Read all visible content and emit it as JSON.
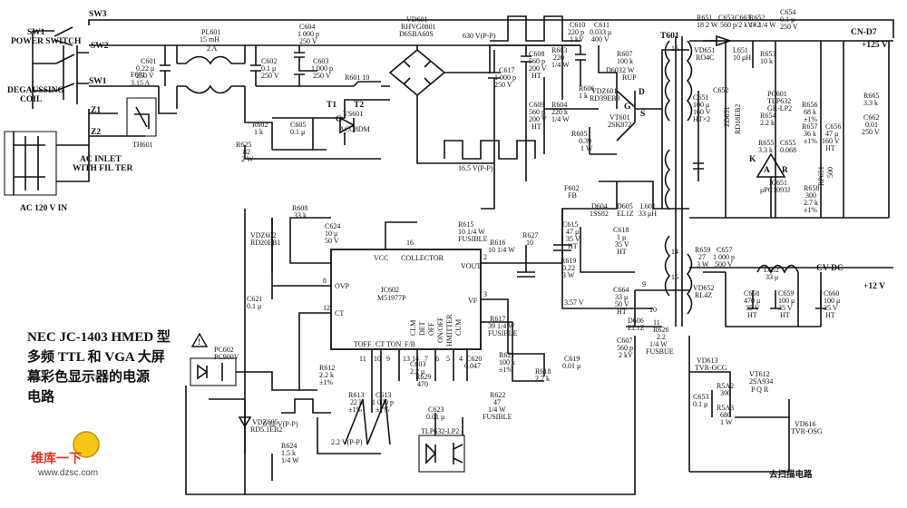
{
  "caption": [
    "NEC JC-1403 HMED 型",
    "多频 TTL 和 VGA 大屏",
    "幕彩色显示器的电源",
    "电路"
  ],
  "watermark": {
    "cn": "维库一下",
    "url": "www.dzsc.com"
  },
  "power_in": {
    "sw1": "SW1",
    "sw1_desc": "POWER SWITCH",
    "sw1b": "SW1",
    "sw3": "SW3",
    "sw2": "SW2",
    "degauss": "DEGAUSSING",
    "coil": "COIL",
    "z1": "Z1",
    "z2": "Z2",
    "ac_inlet": "AC INLET",
    "with_filter": "WITH FIL TER",
    "ac_in": "AC 120 V IN",
    "th601": "TH601",
    "f601": "F601",
    "f601_v": "3.15 A",
    "pl601": "PL601",
    "pl601_v1": "15 mH",
    "pl601_v2": "2 A",
    "c601": "C601",
    "c601_v1": "0.22 μ",
    "c601_v2": "250 V",
    "c602": "C602",
    "c602_v1": "0.1 μ",
    "c602_v2": "250 V",
    "c604": "C604",
    "c604_v1": "1 000 p",
    "c604_v2": "250 V",
    "c603": "C603",
    "c603_v1": "1 000 p",
    "c603_v2": "250 V",
    "r601": "R601 10",
    "r602": "R602",
    "r602_v": "1 k",
    "c605": "C605",
    "c605_v": "0.1 μ",
    "r625": "R625",
    "r625_v1": "82",
    "r625_v2": "2 W",
    "vs601": "VS601",
    "vs601_v": "ACO8DM",
    "t1": "T1",
    "t2": "T2",
    "g": "G"
  },
  "bridge": {
    "vd601": "VD601",
    "vd601_v1": "RHVG0801",
    "vd601_v2": "D6SBA60S"
  },
  "waveforms": {
    "w630": "630 V(P-P)",
    "w165": "16.5 V(P-P)",
    "w012": "0.12 V(P-P)",
    "w22": "2.2 V(P-P)"
  },
  "switch": {
    "c617": "C617",
    "c617_v1": "1 000 p",
    "c617_v2": "250 V",
    "c608": "C608",
    "c608_v1": "560 p",
    "c608_v2": "200 V",
    "c608_v3": "HT",
    "r603": "R603",
    "r603_v1": "220",
    "r603_v2": "1/4 W",
    "c609": "C609",
    "c609_v1": "560 p",
    "c609_v2": "200 V",
    "c609_v3": "HT",
    "r604": "R604",
    "r604_v1": "220 k",
    "r604_v2": "1/4 W",
    "c610": "C610",
    "c610_v1": "220 p",
    "c610_v2": "1 kV",
    "c611": "C611",
    "c611_v1": "0.033 μ",
    "c611_v2": "400 V",
    "r607": "R607",
    "r607_v": "100 k",
    "d603": "D603",
    "d603_v1": "2 W",
    "d603_v2": "RUP",
    "r606": "R606",
    "r606_v": "1 k",
    "vdz601": "VDZ601",
    "vdz601_v": "RD39EB3",
    "r605": "R605",
    "r605_v1": "0.39",
    "r605_v2": "1 W",
    "vt601": "VT601",
    "vt601_v": "2SK872",
    "d": "D",
    "gpin": "G",
    "s": "S",
    "f602": "F602",
    "f602_v": "FB",
    "t601": "T601"
  },
  "control": {
    "ic602": "IC602",
    "ic602_v": "M51977P",
    "vcc": "VCC",
    "collector": "COLLECTOR",
    "vout": "VOUT",
    "ovp": "OVP",
    "ct": "CT",
    "vf": "VF",
    "pins": [
      "CLM",
      "DET",
      "OFF",
      "ON/OFF",
      "HMITTER",
      "CUM"
    ],
    "toff": "TOFF",
    "ct2": "CT",
    "ton": "TON",
    "fb": "F/B",
    "n16": "16",
    "n2": "2",
    "n8": "8",
    "n12": "12",
    "n3": "3",
    "n11": "11",
    "n10": "10",
    "n9": "9",
    "n13": "13",
    "n14": "14",
    "n7": "7",
    "n6": "6",
    "n5": "5",
    "n4": "4",
    "r608": "R608",
    "r608_v": "33 k",
    "c624": "C624",
    "c624_v1": "10 μ",
    "c624_v2": "50 V",
    "vdz602": "VDZ602",
    "vdz602_v": "RD20EB1",
    "c621": "C621",
    "c621_v": "0.1 μ",
    "r615": "R615",
    "r615_v1": "10 1/4 W",
    "r615_v2": "FUSIBLE",
    "r616": "R616",
    "r616_v": "10 1/4 W",
    "r627": "R627",
    "r627_v": "10",
    "r619": "R619",
    "r619_v1": "0.22",
    "r619_v2": "3 W",
    "d604": "D604",
    "d604_v": "1SS82",
    "d605": "D605",
    "d605_v": "EL1Z",
    "c615": "C615",
    "c615_v1": "47 μ",
    "c615_v2": "35 V",
    "c615_v3": "HT",
    "c618": "C618",
    "c618_v1": "1 μ",
    "c618_v2": "35 V",
    "c618_v3": "HT",
    "l601": "L601",
    "l601_v": "33 μH",
    "v357": "3.57 V",
    "r617": "R617",
    "r617_v1": "39 1/4 W",
    "r617_v2": "FUSIBLE",
    "r621": "R621",
    "r621_v1": "100 k",
    "r621_v2": "±1%",
    "r618": "R618",
    "r618_v": "2.7 k",
    "c619": "C619",
    "c619_v": "0.01 μ",
    "c620": "C620",
    "c620_v": "0.047",
    "r622": "R622",
    "r622_v1": "47",
    "r622_v2": "1/4 W",
    "r622_v3": "FUSIBLE",
    "r629": "R629",
    "r629_v": "470",
    "c603b": "C603",
    "c603b_v": "2.2 μ",
    "c623": "C623",
    "c623_v": "0.01 μ",
    "pc601": "TLP632-LP2",
    "pc602": "PC602",
    "pc602_v": "PC900V",
    "r612": "R612",
    "r612_v1": "2.2 k",
    "r612_v2": "±1%",
    "r613": "R613",
    "r613_v1": "22 k",
    "r613_v2": "±1%",
    "c613": "C613",
    "c613_v1": "1 000 p",
    "c613_v2": "±1%",
    "vdz605": "VDZ605",
    "vdz605_v": "RD5.1EB2",
    "r624": "R624",
    "r624_v1": "1.5 k",
    "r624_v2": "1/4 W"
  },
  "secondary": {
    "r651": "R651",
    "r651_v": "18 2 W",
    "c653": "C653",
    "c663": "C663",
    "c653_v": "560 p/2 kV×2",
    "r652": "R652",
    "r652_v": "18 1/4 W",
    "c654": "C654",
    "c654_v1": "0.1 μ",
    "c654_v2": "250 V",
    "cn": "CN-D7",
    "v125": "+125 V",
    "n16": "16",
    "vd651": "VD651",
    "vd651_v": "RO4C",
    "l651": "L651",
    "l651_v": "10 μH",
    "r653": "R653",
    "r653_v": "10 k",
    "c651": "C651",
    "c651_v1": "100 μ",
    "c651_v2": "160 V",
    "c651_v3": "HT×2",
    "c652": "C652",
    "zd651": "ZD651",
    "zd651_v": "RD18EB2",
    "pc601": "PC601",
    "pc601_v1": "TLP632",
    "pc601_v2": "GR-LP2",
    "r654": "R654",
    "r654_v": "2.2 k",
    "r655": "R655",
    "r655_v": "3.3 k",
    "c655": "C655",
    "c655_v": "0.068",
    "r656": "R656",
    "r656_v1": "68 k",
    "r656_v2": "±1%",
    "r657": "R657",
    "r657_v1": "36 k",
    "r657_v2": "±1%",
    "c656": "C656",
    "c656_v1": "47 μ",
    "c656_v2": "160 V",
    "c656_v3": "HT",
    "r665": "R665",
    "r665_v": "3.3 k",
    "c662": "C662",
    "c662_v1": "0.01",
    "c662_v2": "250 V",
    "ic651": "IC651",
    "ic651_v": "μPC1093J",
    "rp651": "RP651",
    "rp651_v": "500",
    "r658": "R658",
    "r658_v1": "300",
    "r658_v2": "2.7 k",
    "r658_v3": "±1%",
    "k": "K",
    "a": "A",
    "r": "R",
    "n14": "14",
    "n15": "15",
    "n9": "9",
    "n10": "10",
    "n11": "11",
    "r659": "R659",
    "r659_v1": "27",
    "r659_v2": "3 W",
    "c657": "C657",
    "c657_v1": "1 000 p",
    "c657_v2": "500 V",
    "l652": "L652",
    "l652_v": "33 μ",
    "cv": "CV-DC",
    "v12": "+12 V",
    "vd652": "VD652",
    "vd652_v": "RL4Z",
    "c658": "C658",
    "c658_v1": "470 μ",
    "c658_v2": "35 V",
    "c658_v3": "HT",
    "c659": "C659",
    "c659_v1": "100 μ",
    "c659_v2": "35 V",
    "c659_v3": "HT",
    "c660": "C660",
    "c660_v1": "100 μ",
    "c660_v2": "35 V",
    "c660_v3": "HT",
    "c664": "C664",
    "c664_v1": "33 μ",
    "c664_v2": "50 V",
    "c664_v3": "HT",
    "d606": "D606",
    "d606_v": "EL1Z",
    "r626": "R626",
    "r626_v1": "2.2",
    "r626_v2": "1/4 W",
    "r626_v3": "FUSBUE",
    "c607": "C607",
    "c607_v1": "560 p",
    "c607_v2": "2 kV",
    "vd613": "VD613",
    "vd613_v": "TVR-OCG",
    "r5a2": "R5A2",
    "r5a2_v": "390",
    "c653b": "C653",
    "c653b_v": "0.1 μ",
    "r5a3": "R5A3",
    "r5a3_v1": "680",
    "r5a3_v2": "1 W",
    "vt612": "VT612",
    "vt612_v": "2SA934",
    "pqr": "P  Q  R",
    "vd616": "VD616",
    "vd616_v": "TVR-OSG",
    "hscan": "去扫描电路"
  }
}
